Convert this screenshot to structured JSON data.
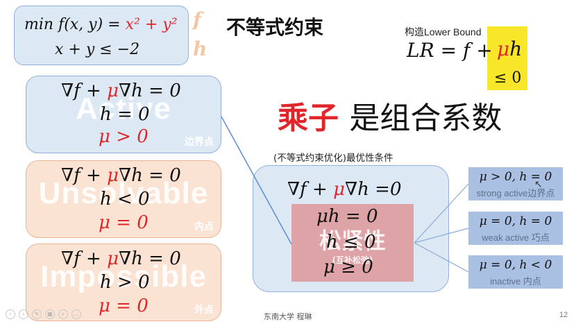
{
  "problem": {
    "line1_prefix": "min f(x, y) = ",
    "line1_red": "x² + y²",
    "line2": "x + y ≤ −2",
    "f_label": "f",
    "h_label": "h"
  },
  "title_inequality": "不等式约束",
  "lower_bound": {
    "caption": "构造Lower Bound",
    "formula": "LR = f + ",
    "mu_h": "μh",
    "le_zero": "≤ 0"
  },
  "headline": {
    "red": "乘子",
    "black": "是组合系数"
  },
  "cases": [
    {
      "watermark": "Active",
      "eq1_black": "∇f + ",
      "eq1_red": "μ",
      "eq1_rest": "∇h = 0",
      "eq2": "h = 0",
      "eq3": "μ > 0",
      "tag": "边界点"
    },
    {
      "watermark": "Unsolvable",
      "eq1_black": "∇f + ",
      "eq1_red": "μ",
      "eq1_rest": "∇h = 0",
      "eq2": "h < 0",
      "eq3": "μ = 0",
      "tag": "内点"
    },
    {
      "watermark": "Impossible",
      "eq1_black": "∇f + ",
      "eq1_red": "μ",
      "eq1_rest": "∇h = 0",
      "eq2": "h > 0",
      "eq3": "μ = 0",
      "tag": "外点"
    }
  ],
  "kkt": {
    "caption": "(不等式约束优化)最优性条件",
    "eq1_black": "∇f + ",
    "eq1_red": "μ",
    "eq1_rest": "∇h =0",
    "eq2": "μh = 0",
    "eq3": "h ≤ 0",
    "eq4": "μ ≥ 0",
    "pink_title": "松紧性",
    "pink_sub": "(互补松弛)"
  },
  "outcomes": [
    {
      "formula": "μ > 0, h = 0",
      "caption": "strong active边界点"
    },
    {
      "formula": "μ = 0, h = 0",
      "caption": "weak active 巧点"
    },
    {
      "formula": "μ = 0, h < 0",
      "caption": "inactive  内点"
    }
  ],
  "footer": {
    "text": "东南大学 程琳",
    "page": "12"
  },
  "colors": {
    "accent_red": "#e0262b",
    "highlight_yellow": "#f7e62a",
    "blue_box": "#dde8f5",
    "peach_box": "#fbe3d3",
    "pink_box": "#dc9c9e",
    "outcome_box": "#a9c0e3"
  }
}
